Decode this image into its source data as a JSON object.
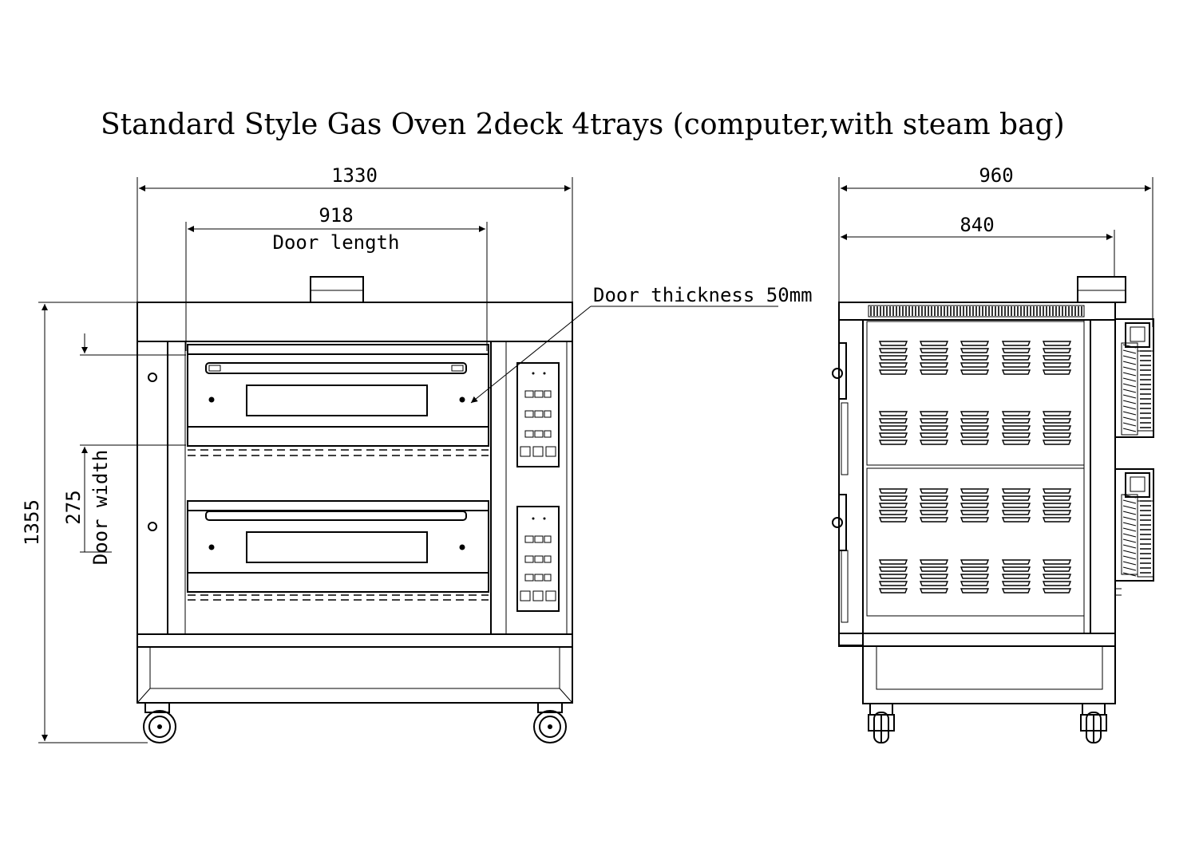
{
  "title": "Standard Style Gas Oven 2deck 4trays (computer,with steam bag)",
  "front_view": {
    "overall_width": "1330",
    "door_length_value": "918",
    "door_length_label": "Door length",
    "door_thickness_label": "Door thickness  50mm",
    "overall_height": "1355",
    "door_width_value": "275",
    "door_width_label": "Door width"
  },
  "side_view": {
    "overall_depth": "960",
    "body_depth": "840"
  }
}
